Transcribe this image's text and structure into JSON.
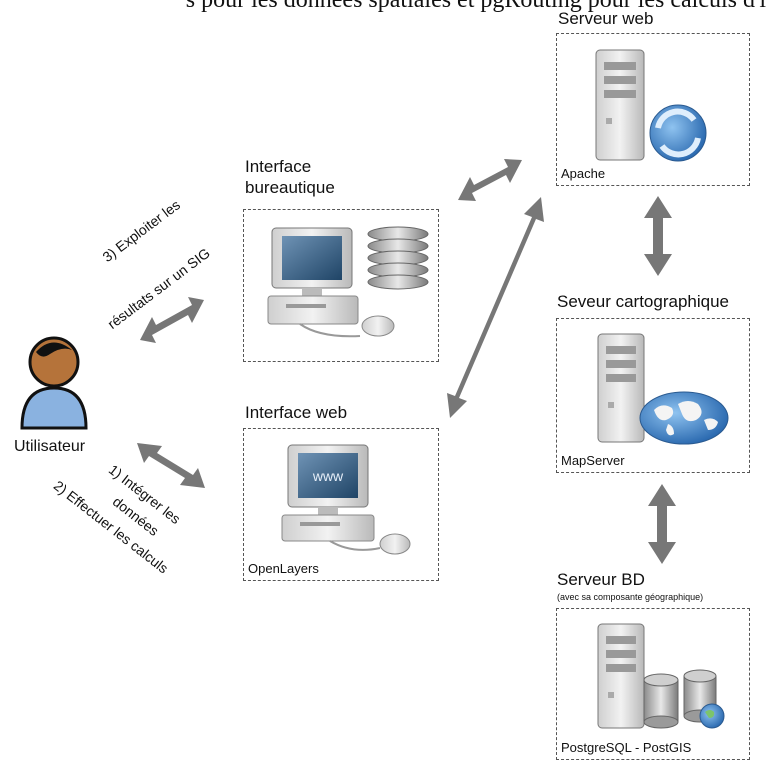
{
  "caption": "s pour les données spatiales et pgRouting pour les calculs d'i",
  "user": {
    "label": "Utilisateur"
  },
  "actions": {
    "exploit_line1": "3) Exploiter les",
    "exploit_line2": "résultats sur un SIG",
    "integrate_line1": "1) Intégrer les",
    "integrate_line2": "données",
    "compute": "2) Effectuer les calculs"
  },
  "desktop": {
    "title_line1": "Interface",
    "title_line2": "bureautique"
  },
  "web_interface": {
    "title": "Interface web",
    "screen_text": "www",
    "component": "OpenLayers"
  },
  "web_server": {
    "title": "Serveur web",
    "component": "Apache"
  },
  "map_server": {
    "title": "Seveur cartographique",
    "component": "MapServer"
  },
  "db_server": {
    "title": "Serveur BD",
    "subtitle": "(avec sa composante géographique)",
    "component": "PostgreSQL - PostGIS"
  }
}
